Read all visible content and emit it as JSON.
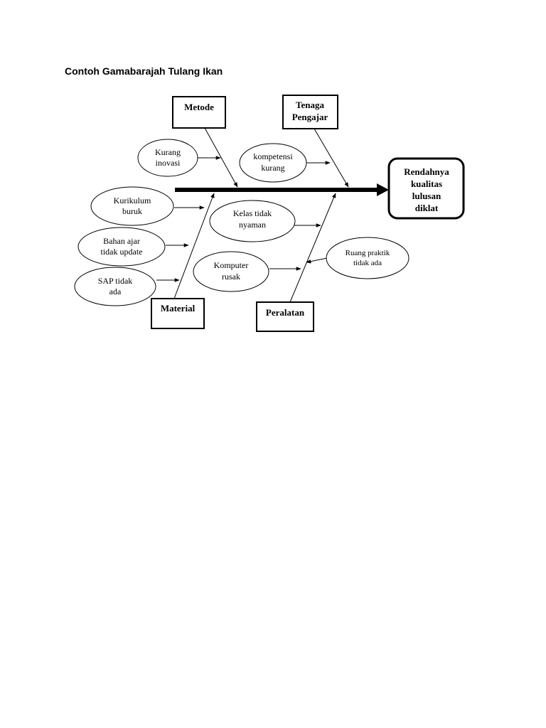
{
  "heading": "Contoh Gamabarajah Tulang Ikan",
  "effect": [
    "Rendahnya",
    "kualitas",
    "lulusan",
    "diklat"
  ],
  "categories": {
    "metode": [
      "Metode"
    ],
    "tenaga": [
      "Tenaga",
      "Pengajar"
    ],
    "material": [
      "Material"
    ],
    "peralatan": [
      "Peralatan"
    ]
  },
  "causes": {
    "kurang_inovasi": [
      "Kurang",
      "inovasi"
    ],
    "kompetensi": [
      "kompetensi",
      "kurang"
    ],
    "kurikulum": [
      "Kurikulum",
      "buruk"
    ],
    "bahan_ajar": [
      "Bahan ajar",
      "tidak update"
    ],
    "sap": [
      "SAP tidak",
      "ada"
    ],
    "kelas": [
      "Kelas tidak",
      "nyaman"
    ],
    "komputer": [
      "Komputer",
      "rusak"
    ],
    "ruang": [
      "Ruang praktik",
      "tidak ada"
    ]
  }
}
